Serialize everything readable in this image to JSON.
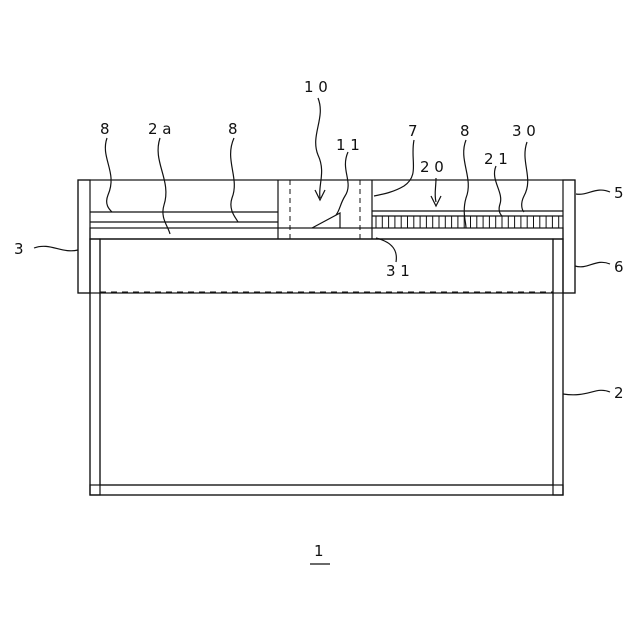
{
  "figure": {
    "number": "1",
    "labels": {
      "l10": "1 0",
      "l8a": "8",
      "l2a": "2 a",
      "l8b": "8",
      "l7": "7",
      "l8c": "8",
      "l30": "3 0",
      "l11": "1 1",
      "l20": "2 0",
      "l21": "2 1",
      "l5": "5",
      "l3": "3",
      "l6": "6",
      "l31": "3 1",
      "l2": "2"
    }
  }
}
